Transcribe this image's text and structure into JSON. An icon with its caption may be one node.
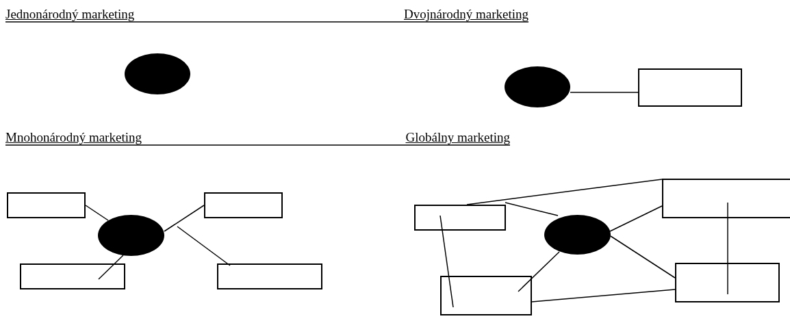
{
  "diagram": {
    "nodes": [
      {
        "text": [],
        "shape": "ellipse"
      },
      {
        "text": [],
        "shape": "ellipse"
      },
      {
        "text": [],
        "shape": "box"
      },
      {
        "text": [],
        "shape": "box"
      },
      {
        "text": [],
        "shape": "box"
      },
      {
        "text": [],
        "shape": "ellipse"
      },
      {
        "text": [],
        "shape": "box"
      },
      {
        "text": [],
        "shape": "box"
      },
      {
        "text": [],
        "shape": "box"
      },
      {
        "text": [],
        "shape": "box"
      },
      {
        "text": [],
        "shape": "ellipse"
      },
      {
        "text": [],
        "shape": "box"
      },
      {
        "text": [],
        "shape": "box"
      }
    ],
    "edges": [
      {
        "from": 1,
        "to": 2,
        "arrow": "none"
      },
      {
        "from": 3,
        "to": 5,
        "arrow": "none"
      },
      {
        "from": 4,
        "to": 5,
        "arrow": "none"
      },
      {
        "from": 6,
        "to": 5,
        "arrow": "none"
      },
      {
        "from": 5,
        "to": 7,
        "arrow": "none"
      },
      {
        "from": 8,
        "to": 9,
        "arrow": "none"
      },
      {
        "from": 8,
        "to": 10,
        "arrow": "none"
      },
      {
        "from": 8,
        "to": 11,
        "arrow": "none"
      },
      {
        "from": 10,
        "to": 11,
        "arrow": "none"
      },
      {
        "from": 10,
        "to": 9,
        "arrow": "none"
      },
      {
        "from": 10,
        "to": 12,
        "arrow": "none"
      },
      {
        "from": 11,
        "to": 12,
        "arrow": "none"
      },
      {
        "from": 9,
        "to": 12,
        "arrow": "none"
      }
    ],
    "labels": [
      "Jednonárodný marketing",
      "Dvojnárodný marketing",
      "Mnohonárodný marketing",
      "Globálny marketing"
    ]
  }
}
